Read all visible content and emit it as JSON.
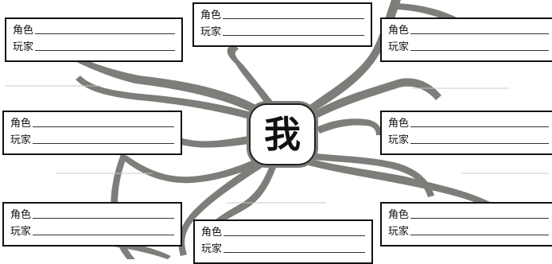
{
  "center": {
    "label": "我"
  },
  "colors": {
    "branch": "#7e7d79",
    "box_border": "#111111",
    "line": "#bdbdbd"
  },
  "boxes": [
    {
      "role_label": "角色",
      "player_label": "玩家"
    },
    {
      "role_label": "角色",
      "player_label": "玩家"
    },
    {
      "role_label": "角色",
      "player_label": "玩家"
    },
    {
      "role_label": "角色",
      "player_label": "玩家"
    },
    {
      "role_label": "角色",
      "player_label": "玩家"
    },
    {
      "role_label": "角色",
      "player_label": "玩家"
    },
    {
      "role_label": "角色",
      "player_label": "玩家"
    },
    {
      "role_label": "角色",
      "player_label": "玩家"
    }
  ]
}
